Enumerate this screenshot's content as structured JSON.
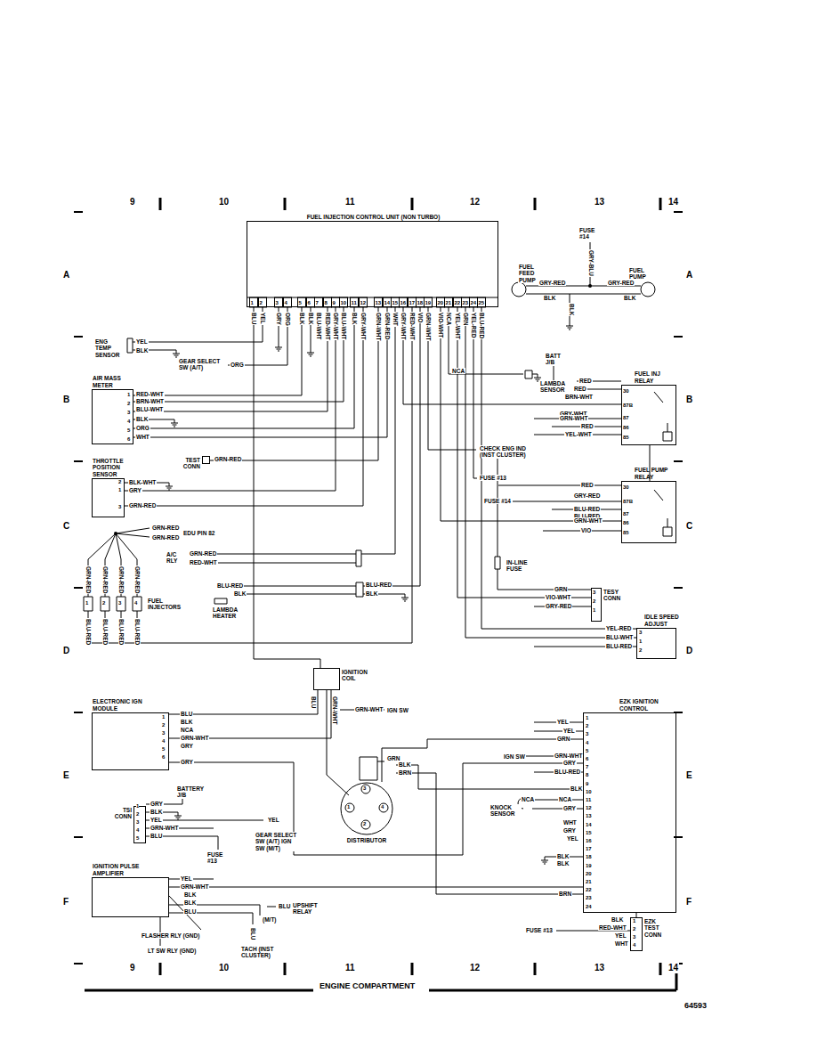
{
  "diagram": {
    "nodes": [
      {
        "text": [
          "FUEL INJECTION CONTROL UNIT (NON TURBO)"
        ]
      },
      {
        "text": [
          "AIR MASS METER"
        ]
      },
      {
        "text": [
          "THROTTLE POSITION SENSOR"
        ]
      },
      {
        "text": [
          "FUEL INJ RELAY"
        ]
      },
      {
        "text": [
          "FUEL PUMP RELAY"
        ]
      },
      {
        "text": [
          "IDLE SPEED ADJUST"
        ]
      },
      {
        "text": [
          "ELECTRONIC IGN MODULE"
        ]
      },
      {
        "text": [
          "EZK IGNITION CONTROL"
        ]
      },
      {
        "text": [
          "IGNITION PULSE AMPLIFIER"
        ]
      },
      {
        "text": [
          "IGNITION COIL"
        ]
      },
      {
        "text": [
          "DISTRIBUTOR"
        ]
      },
      {
        "text": [
          "TSI CONN"
        ]
      },
      {
        "text": [
          "TEST CONN"
        ]
      },
      {
        "text": [
          "TESY CONN"
        ]
      },
      {
        "text": [
          "EZK TEST CONN"
        ]
      }
    ],
    "edges": [
      {
        "from": 0,
        "to": 1,
        "arrow": "none"
      },
      {
        "from": 0,
        "to": 1,
        "arrow": "none"
      },
      {
        "from": 0,
        "to": 2,
        "arrow": "none"
      },
      {
        "from": 0,
        "to": 3,
        "arrow": "none"
      },
      {
        "from": 0,
        "to": 4,
        "arrow": "none"
      },
      {
        "from": 0,
        "to": 5,
        "arrow": "none"
      },
      {
        "from": 0,
        "to": 9,
        "arrow": "none"
      },
      {
        "from": 6,
        "to": 9,
        "arrow": "none"
      },
      {
        "from": 7,
        "to": 10,
        "arrow": "none"
      },
      {
        "from": 3,
        "to": 4,
        "arrow": "none"
      },
      {
        "from": 6,
        "to": 7,
        "arrow": "none"
      },
      {
        "from": 8,
        "to": 7,
        "arrow": "none"
      },
      {
        "from": 0,
        "to": 12,
        "arrow": "none"
      },
      {
        "from": 0,
        "to": 13,
        "arrow": "none"
      },
      {
        "from": 7,
        "to": 14,
        "arrow": "none"
      }
    ],
    "labels": [
      "9",
      "10",
      "11",
      "12",
      "13",
      "14",
      "9",
      "10",
      "11",
      "12",
      "13",
      "14",
      "A",
      "B",
      "C",
      "D",
      "E",
      "F",
      "A",
      "B",
      "C",
      "D",
      "E",
      "F",
      "1",
      "2",
      "3",
      "4",
      "5",
      "6",
      "7",
      "8",
      "9",
      "10",
      "11",
      "12",
      "13",
      "14",
      "15",
      "16",
      "17",
      "18",
      "19",
      "20",
      "21",
      "22",
      "23",
      "24",
      "25",
      "BLU",
      "YEL",
      "GRY",
      "ORG",
      "BLK",
      "BLK",
      "BLU-WHT",
      "RED-WHT",
      "GRY-WHT",
      "BLU-WHT",
      "BLK",
      "GRY-WHT",
      "GRN-WHT",
      "GRN-RED",
      "WHT",
      "GRY-WHT",
      "RED-WHT",
      "VIO",
      "GRN-WHT",
      "VIO-WHT",
      "NCA",
      "YEL-WHT",
      "GRN",
      "YEL-RED",
      "BLU-RED",
      "ENG TEMP SENSOR",
      "YEL",
      "BLK",
      "GEAR SELECT SW (A/T)",
      "ORG",
      "RED-WHT",
      "BRN-WHT",
      "BLU-WHT",
      "BLK",
      "ORG",
      "WHT",
      "1",
      "2",
      "3",
      "4",
      "5",
      "6",
      "GRN-RED",
      "BLK-WHT",
      "GRY",
      "GRN-RED",
      "2",
      "1",
      "3",
      "GRN-RED",
      "GRN-RED",
      "EDU PIN 82",
      "A/C RLY",
      "GRN-RED",
      "RED-WHT",
      "GRN-RED",
      "GRN-RED",
      "GRN-RED",
      "GRN-RED",
      "1",
      "2",
      "3",
      "4",
      "FUEL INJECTORS",
      "BLU-RED",
      "BLU-RED",
      "BLU-RED",
      "BLU-RED",
      "BLU-RED",
      "BLK",
      "LAMBDA HEATER",
      "BLU-RED",
      "BLK",
      "NCA",
      "LAMBDA SENSOR",
      "BATT J/B",
      "RED",
      "RED",
      "BRN-WHT",
      "GRY-WHT",
      "GRN-WHT",
      "RED",
      "YEL-WHT",
      "30",
      "87B",
      "87",
      "86",
      "85",
      "CHECK ENG IND (INST CLUSTER)",
      "FUSE #13",
      "RED",
      "GRY-RED",
      "BLU-RED",
      "BLU-RED",
      "GRN-WHT",
      "VIO",
      "30",
      "87B",
      "87",
      "86",
      "85",
      "FUSE #14",
      "IN-LINE FUSE",
      "GRN",
      "VIO-WHT",
      "GRY-RED",
      "3",
      "2",
      "1",
      "YEL-RED",
      "BLU-WHT",
      "BLU-RED",
      "3",
      "1",
      "2",
      "FUSE #14",
      "GRY-BLU",
      "FUEL FEED PUMP",
      "FUEL PUMP",
      "GRY-RED",
      "BLK",
      "GRY-RED",
      "BLK",
      "BLK",
      "BLU",
      "GRN-WHT",
      "GRN-WHT",
      "IGN SW",
      "1",
      "2",
      "3",
      "4",
      "5",
      "6",
      "BLU",
      "BLK",
      "NCA",
      "GRN-WHT",
      "GRY",
      "GRY",
      "GRN",
      "BLK",
      "BRN",
      "3",
      "1",
      "4",
      "2",
      "1",
      "2",
      "3",
      "4",
      "5",
      "6",
      "7",
      "8",
      "9",
      "10",
      "11",
      "12",
      "13",
      "14",
      "15",
      "16",
      "17",
      "18",
      "19",
      "20",
      "21",
      "22",
      "23",
      "24",
      "YEL",
      "YEL",
      "GRN",
      "IGN SW",
      "GRN-WHT",
      "GRY",
      "BLU-RED",
      "BLK",
      "KNOCK SENSOR",
      "NCA",
      "NCA",
      "GRY",
      "WHT",
      "GRY",
      "YEL",
      "BLK",
      "BLK",
      "BRN",
      "BLK",
      "RED-WHT",
      "YEL",
      "WHT",
      "1",
      "2",
      "3",
      "4",
      "FUSE #13",
      "BATTERY J/B",
      "GRY",
      "BLK",
      "YEL",
      "GRN-WHT",
      "BLU",
      "1",
      "2",
      "3",
      "4",
      "5",
      "YEL",
      "GEAR SELECT SW (A/T) IGN SW (M/T)",
      "FUSE #13",
      "YEL",
      "GRN-WHT",
      "BLK",
      "BLK",
      "BLU",
      "BLU",
      "UPSHIFT RELAY",
      "(M/T)",
      "BLU",
      "TACH (INST CLUSTER)",
      "FLASHER RLY (GND)",
      "LT SW RLY (GND)",
      "ENGINE COMPARTMENT",
      "64593"
    ]
  }
}
